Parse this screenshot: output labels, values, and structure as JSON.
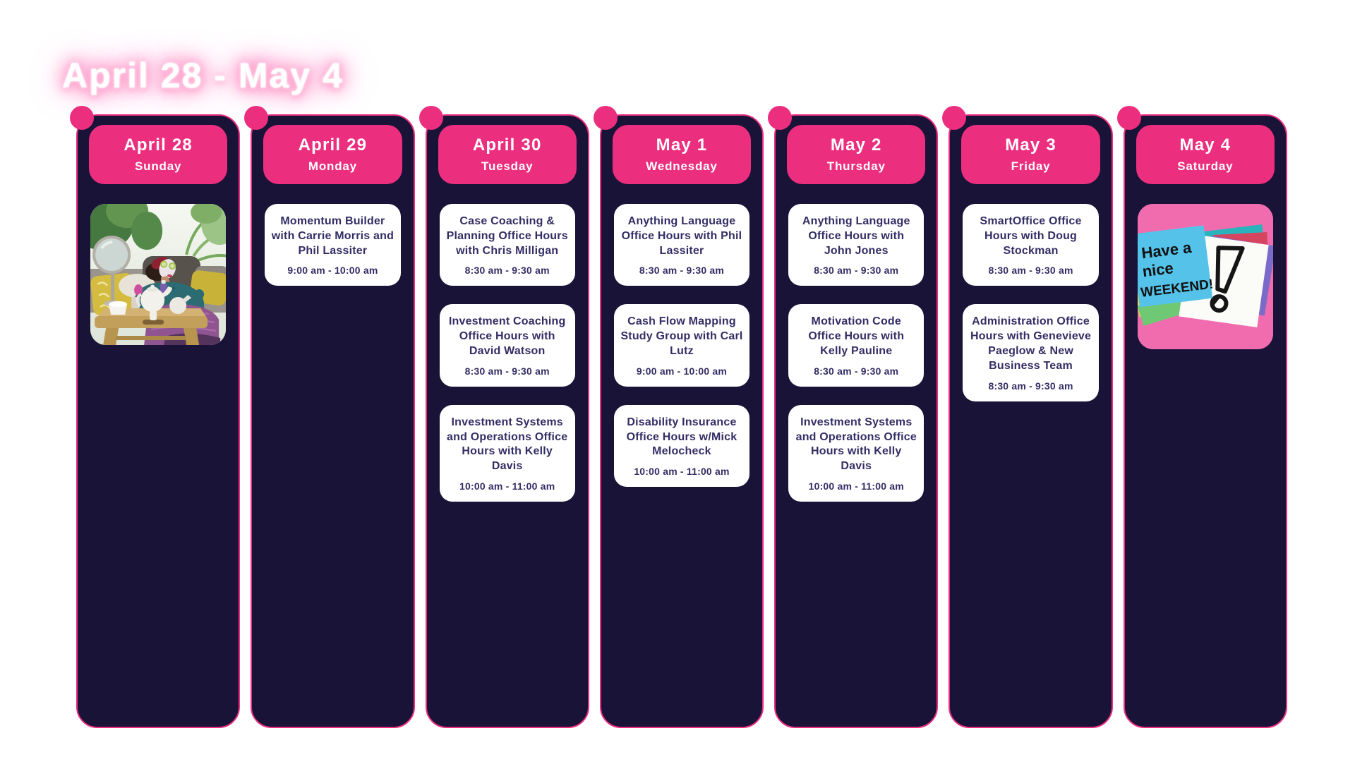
{
  "page": {
    "title": "April 28 - May 4"
  },
  "colors": {
    "background": "#FFFFFF",
    "column_bg": "#181337",
    "accent_pink": "#EC2E7E",
    "card_bg": "#FFFFFF",
    "card_text": "#332D64",
    "header_text": "#FFFFFF"
  },
  "week": {
    "days": [
      {
        "date": "April 28",
        "weekday": "Sunday",
        "photo": "spa-self-care",
        "events": []
      },
      {
        "date": "April 29",
        "weekday": "Monday",
        "photo": null,
        "events": [
          {
            "title": "Momentum Builder with Carrie Morris and Phil Lassiter",
            "time": "9:00 am - 10:00 am"
          }
        ]
      },
      {
        "date": "April 30",
        "weekday": "Tuesday",
        "photo": null,
        "events": [
          {
            "title": "Case Coaching & Planning Office Hours with Chris Milligan",
            "time": "8:30 am - 9:30 am"
          },
          {
            "title": "Investment Coaching Office Hours with David Watson",
            "time": "8:30 am - 9:30 am"
          },
          {
            "title": "Investment Systems and Operations Office Hours with Kelly Davis",
            "time": "10:00 am - 11:00 am"
          }
        ]
      },
      {
        "date": "May 1",
        "weekday": "Wednesday",
        "photo": null,
        "events": [
          {
            "title": "Anything Language Office Hours with Phil Lassiter",
            "time": "8:30 am - 9:30 am"
          },
          {
            "title": "Cash Flow Mapping Study Group with Carl Lutz",
            "time": "9:00 am - 10:00 am"
          },
          {
            "title": "Disability Insurance Office Hours w/Mick Melocheck",
            "time": "10:00 am - 11:00 am"
          }
        ]
      },
      {
        "date": "May 2",
        "weekday": "Thursday",
        "photo": null,
        "events": [
          {
            "title": "Anything Language Office Hours with John Jones",
            "time": "8:30 am - 9:30 am"
          },
          {
            "title": "Motivation Code Office Hours with Kelly Pauline",
            "time": "8:30 am - 9:30 am"
          },
          {
            "title": "Investment Systems and Operations Office Hours with Kelly Davis",
            "time": "10:00 am - 11:00 am"
          }
        ]
      },
      {
        "date": "May 3",
        "weekday": "Friday",
        "photo": null,
        "events": [
          {
            "title": "SmartOffice Office Hours with Doug Stockman",
            "time": "8:30 am - 9:30 am"
          },
          {
            "title": "Administration Office Hours with Genevieve Paeglow & New Business Team",
            "time": "8:30 am - 9:30 am"
          }
        ]
      },
      {
        "date": "May 4",
        "weekday": "Saturday",
        "photo": "weekend-sticky-notes",
        "photo_text": [
          "Have a",
          "nice",
          "WEEKEND!"
        ],
        "events": []
      }
    ]
  }
}
